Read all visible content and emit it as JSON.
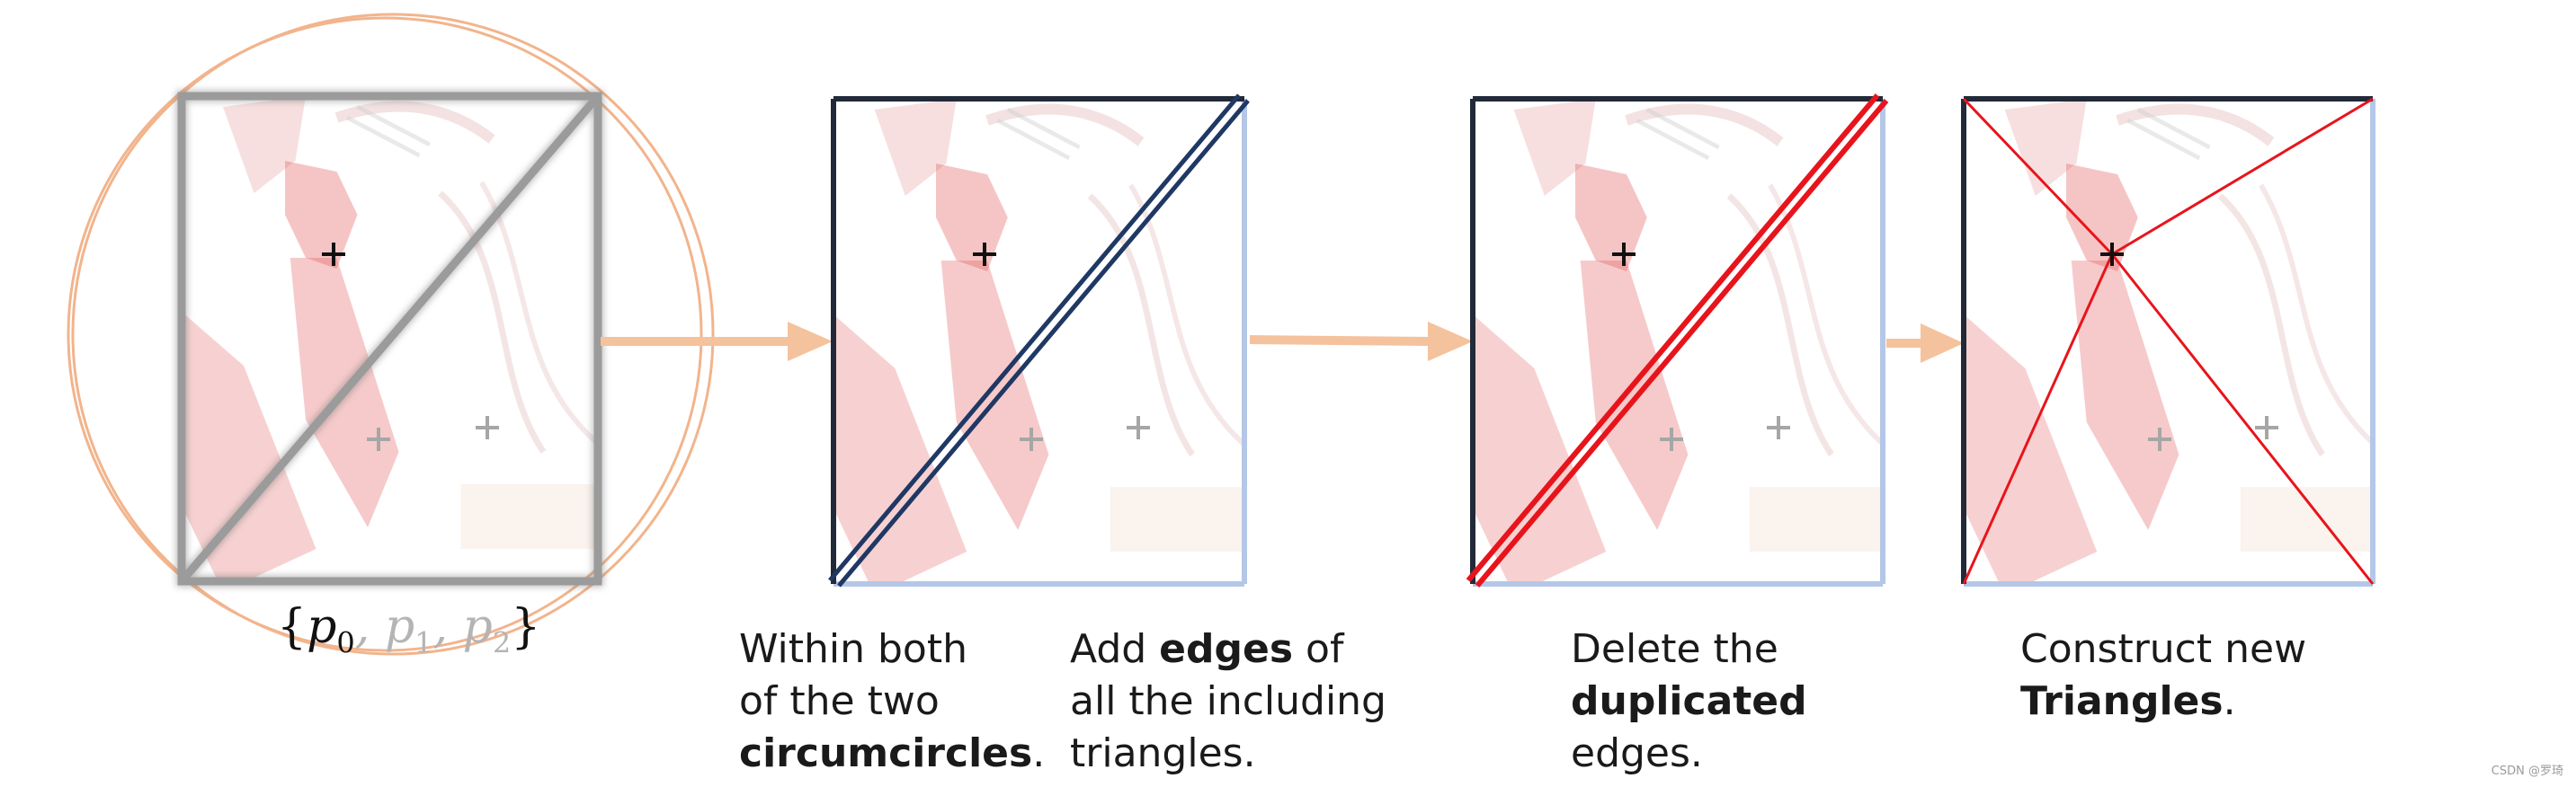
{
  "labels": {
    "set": {
      "open": "{",
      "p0": "p",
      "p0_sub": "0",
      "sep1": ", ",
      "p1": "p",
      "p1_sub": "1",
      "sep2": ", ",
      "p2": "p",
      "p2_sub": "2",
      "close": "}"
    }
  },
  "captions": {
    "step1": {
      "line1": "Within both",
      "line2": "of the two",
      "line3_bold": "circumcircles",
      "line3_end": "."
    },
    "step2": {
      "line1_pre": "Add ",
      "line1_bold": "edges",
      "line1_post": " of",
      "line2": "all the including",
      "line3": "triangles."
    },
    "step3": {
      "line1": "Delete the",
      "line2_bold": "duplicated",
      "line3": "edges."
    },
    "step4": {
      "line1": "Construct new",
      "line2_bold": "Triangles",
      "line2_end": "."
    }
  },
  "watermark": "CSDN @罗琦",
  "colors": {
    "gray_edge": "#9b9b9b",
    "circle": "#f2b48c",
    "arrow": "#f5c29e",
    "navy_edge": "#1f3864",
    "dark_edge": "#222a3a",
    "light_edge": "#b4c7e7",
    "red": "#e8141b",
    "point": "#111111",
    "point_dim": "#a6a6a6"
  }
}
